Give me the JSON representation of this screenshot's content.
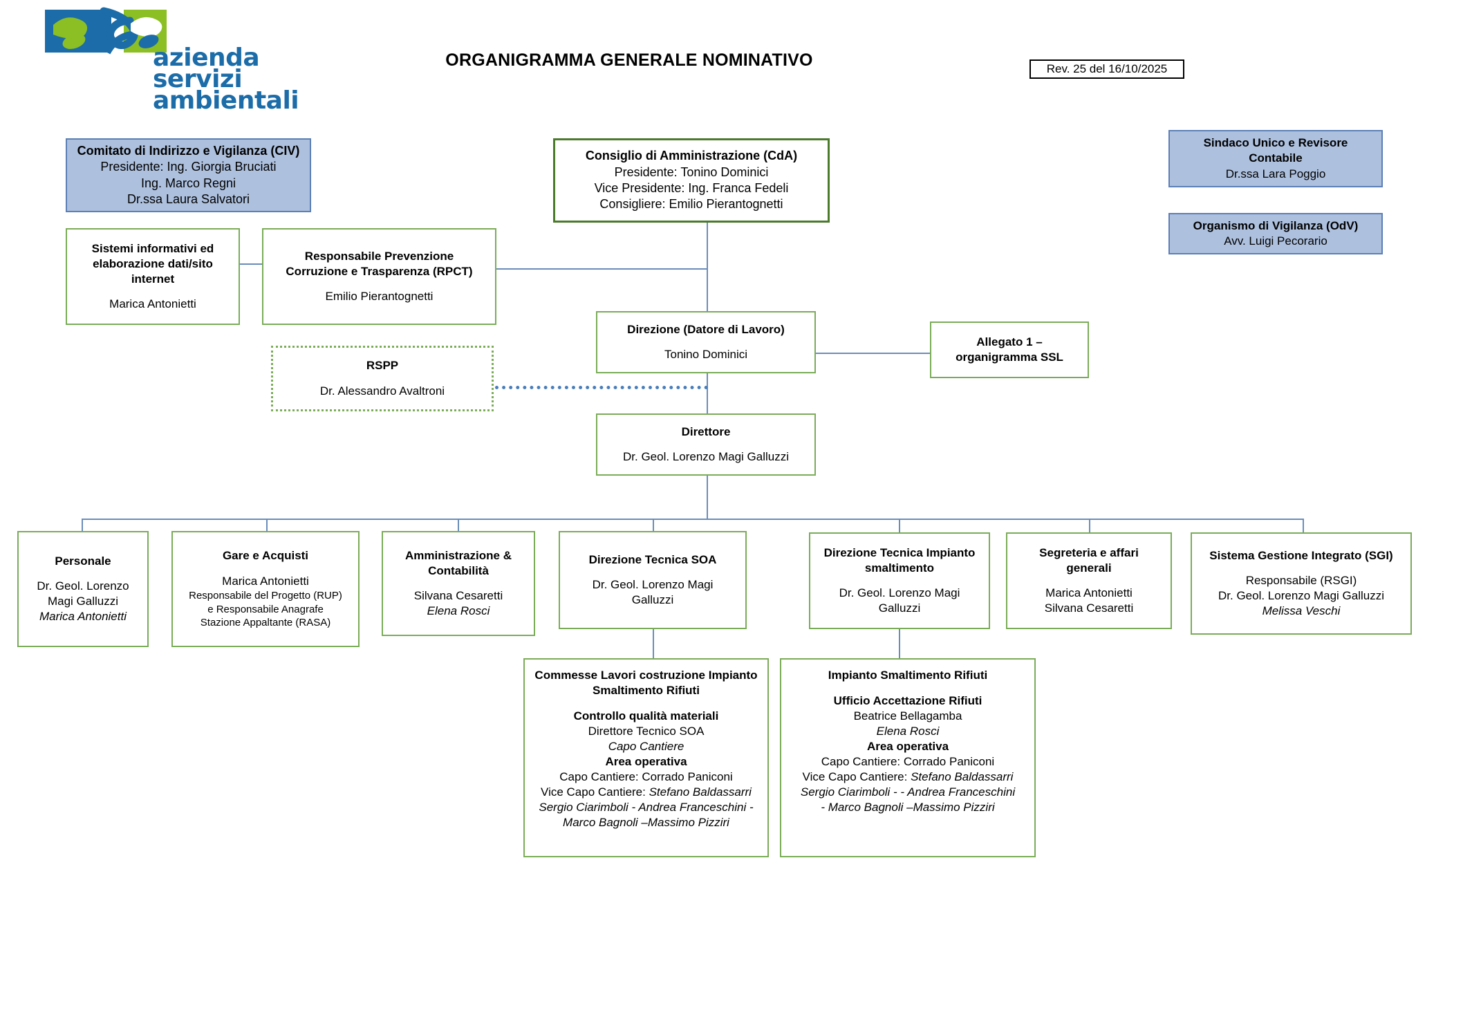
{
  "document": {
    "title": "ORGANIGRAMMA GENERALE NOMINATIVO",
    "revision": "Rev. 25 del 16/10/2025"
  },
  "logo": {
    "line1": "azienda",
    "line2": "servizi",
    "line3": "ambientali",
    "blue": "#1b6ca8",
    "green": "#8cbf24"
  },
  "colors": {
    "green_border": "#7aac57",
    "green_border_dark": "#4b7a2b",
    "blue_fill": "#adc0de",
    "blue_border": "#5b7fb5",
    "connector": "#6a8cba",
    "dotted_connector": "#4a7ebb"
  },
  "boxes": {
    "civ": {
      "title": "Comitato di Indirizzo e Vigilanza (CIV)",
      "l1": "Presidente: Ing.  Giorgia Bruciati",
      "l2": "Ing. Marco Regni",
      "l3": "Dr.ssa Laura Salvatori"
    },
    "cda": {
      "title": "Consiglio di Amministrazione (CdA)",
      "l1": "Presidente: Tonino Dominici",
      "l2": "Vice Presidente: Ing. Franca Fedeli",
      "l3": "Consigliere: Emilio Pierantognetti"
    },
    "sindaco": {
      "title1": "Sindaco Unico e Revisore",
      "title2": "Contabile",
      "l1": "Dr.ssa Lara Poggio"
    },
    "odv": {
      "title": "Organismo di Vigilanza (OdV)",
      "l1": "Avv. Luigi Pecorario"
    },
    "sistemi": {
      "title1": "Sistemi informativi ed",
      "title2": "elaborazione dati/sito",
      "title3": "internet",
      "l1": "Marica Antonietti"
    },
    "rpct": {
      "title1": "Responsabile Prevenzione",
      "title2": "Corruzione e Trasparenza (RPCT)",
      "l1": "Emilio Pierantognetti"
    },
    "rspp": {
      "title": "RSPP",
      "l1": "Dr. Alessandro Avaltroni"
    },
    "direzione": {
      "title": "Direzione (Datore di Lavoro)",
      "l1": "Tonino Dominici"
    },
    "allegato": {
      "title1": "Allegato 1 –",
      "title2": "organigramma SSL"
    },
    "direttore": {
      "title": "Direttore",
      "l1": "Dr. Geol. Lorenzo Magi Galluzzi"
    },
    "personale": {
      "title": "Personale",
      "l1": "Dr. Geol. Lorenzo",
      "l2": "Magi Galluzzi",
      "l3_italic": "Marica Antonietti"
    },
    "gare": {
      "title": "Gare e Acquisti",
      "l1": "Marica Antonietti",
      "l2": "Responsabile del Progetto (RUP)",
      "l3": "e Responsabile Anagrafe",
      "l4": "Stazione Appaltante (RASA)"
    },
    "amministrazione": {
      "title1": "Amministrazione &",
      "title2": "Contabilità",
      "l1": "Silvana Cesaretti",
      "l2_italic": "Elena Rosci"
    },
    "dt_soa": {
      "title": "Direzione Tecnica SOA",
      "l1": "Dr. Geol. Lorenzo Magi",
      "l2": "Galluzzi"
    },
    "dt_impianto": {
      "title1": "Direzione Tecnica Impianto",
      "title2": "smaltimento",
      "l1": "Dr. Geol. Lorenzo Magi",
      "l2": "Galluzzi"
    },
    "segreteria": {
      "title1": "Segreteria e affari",
      "title2": "generali",
      "l1": "Marica Antonietti",
      "l2": "Silvana Cesaretti"
    },
    "sgi": {
      "title": "Sistema Gestione Integrato (SGI)",
      "l1": "Responsabile (RSGI)",
      "l2": "Dr. Geol. Lorenzo Magi Galluzzi",
      "l3_italic": "Melissa Veschi"
    },
    "commesse": {
      "title1": "Commesse Lavori costruzione Impianto",
      "title2": "Smaltimento Rifiuti",
      "sub1": "Controllo qualità materiali",
      "l1": "Direttore Tecnico SOA",
      "l2_italic": "Capo Cantiere",
      "sub2": "Area operativa",
      "l3": "Capo Cantiere: Corrado Paniconi",
      "l4_prefix": "Vice Capo Cantiere: ",
      "l4_italic": "Stefano Baldassarri",
      "l5_italic": "Sergio Ciarimboli - Andrea Franceschini -",
      "l6_italic": "Marco Bagnoli –Massimo Pizziri"
    },
    "impianto": {
      "title": "Impianto Smaltimento Rifiuti",
      "sub1": "Ufficio Accettazione Rifiuti",
      "l1": "Beatrice Bellagamba",
      "l2_italic": "Elena Rosci",
      "sub2": "Area operativa",
      "l3": "Capo Cantiere: Corrado Paniconi",
      "l4_prefix": "Vice Capo Cantiere: ",
      "l4_italic": "Stefano Baldassarri",
      "l5_italic": "Sergio Ciarimboli - - Andrea Franceschini",
      "l6_italic": "- Marco Bagnoli –Massimo Pizziri"
    }
  }
}
